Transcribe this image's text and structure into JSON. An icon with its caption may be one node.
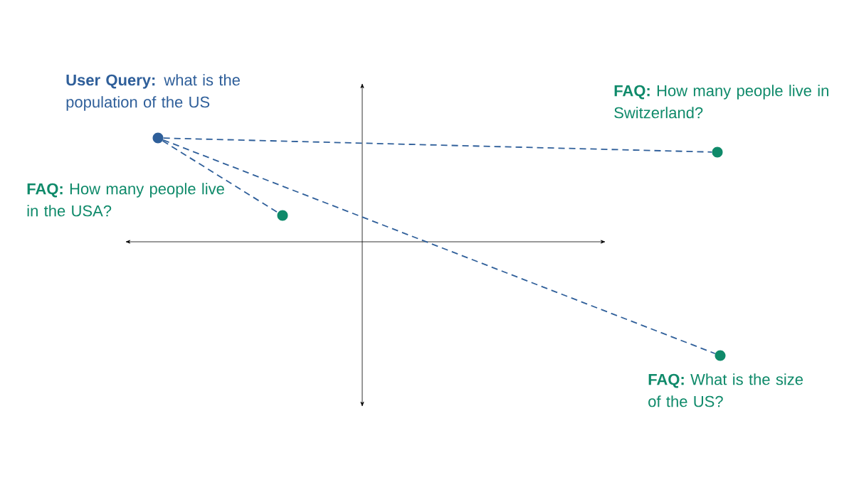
{
  "diagram": {
    "nodes": [
      {
        "text": [],
        "shape": "circle",
        "beside": [
          "**User Query:** what is the population of the US"
        ]
      },
      {
        "text": [],
        "shape": "circle",
        "beside": [
          "**FAQ:** How many people live in the USA?"
        ]
      },
      {
        "text": [],
        "shape": "circle",
        "beside": [
          "**FAQ:** How many people live in Switzerland?"
        ]
      },
      {
        "text": [],
        "shape": "circle",
        "beside": [
          "**FAQ:** What is the size of the US?"
        ]
      }
    ],
    "edges": [
      {
        "from": 0,
        "to": 1,
        "arrow": "none",
        "style": "dashed"
      },
      {
        "from": 0,
        "to": 2,
        "arrow": "none",
        "style": "dashed"
      },
      {
        "from": 0,
        "to": 3,
        "arrow": "none",
        "style": "dashed"
      }
    ]
  }
}
